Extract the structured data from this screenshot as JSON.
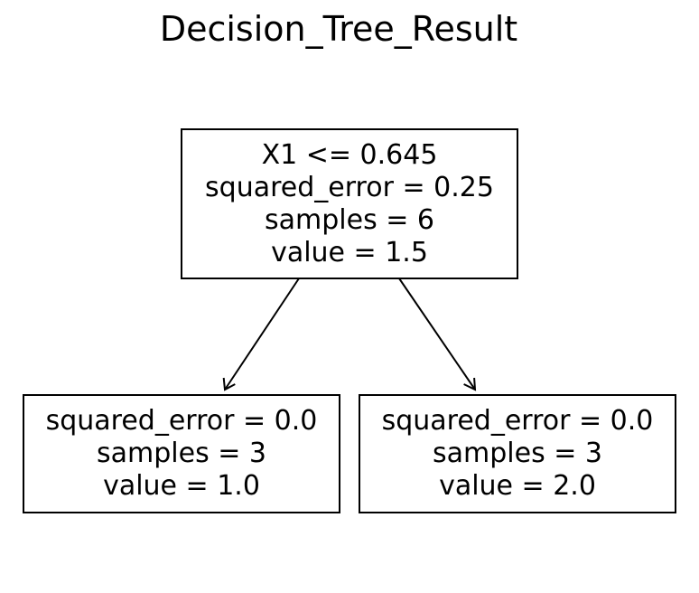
{
  "title": "Decision_Tree_Result",
  "tree": {
    "root": {
      "lines": [
        "X1 <= 0.645",
        "squared_error = 0.25",
        "samples = 6",
        "value = 1.5"
      ]
    },
    "left": {
      "lines": [
        "squared_error = 0.0",
        "samples = 3",
        "value = 1.0"
      ]
    },
    "right": {
      "lines": [
        "squared_error = 0.0",
        "samples = 3",
        "value = 2.0"
      ]
    }
  },
  "colors": {
    "stroke": "#000000",
    "background": "#ffffff"
  }
}
